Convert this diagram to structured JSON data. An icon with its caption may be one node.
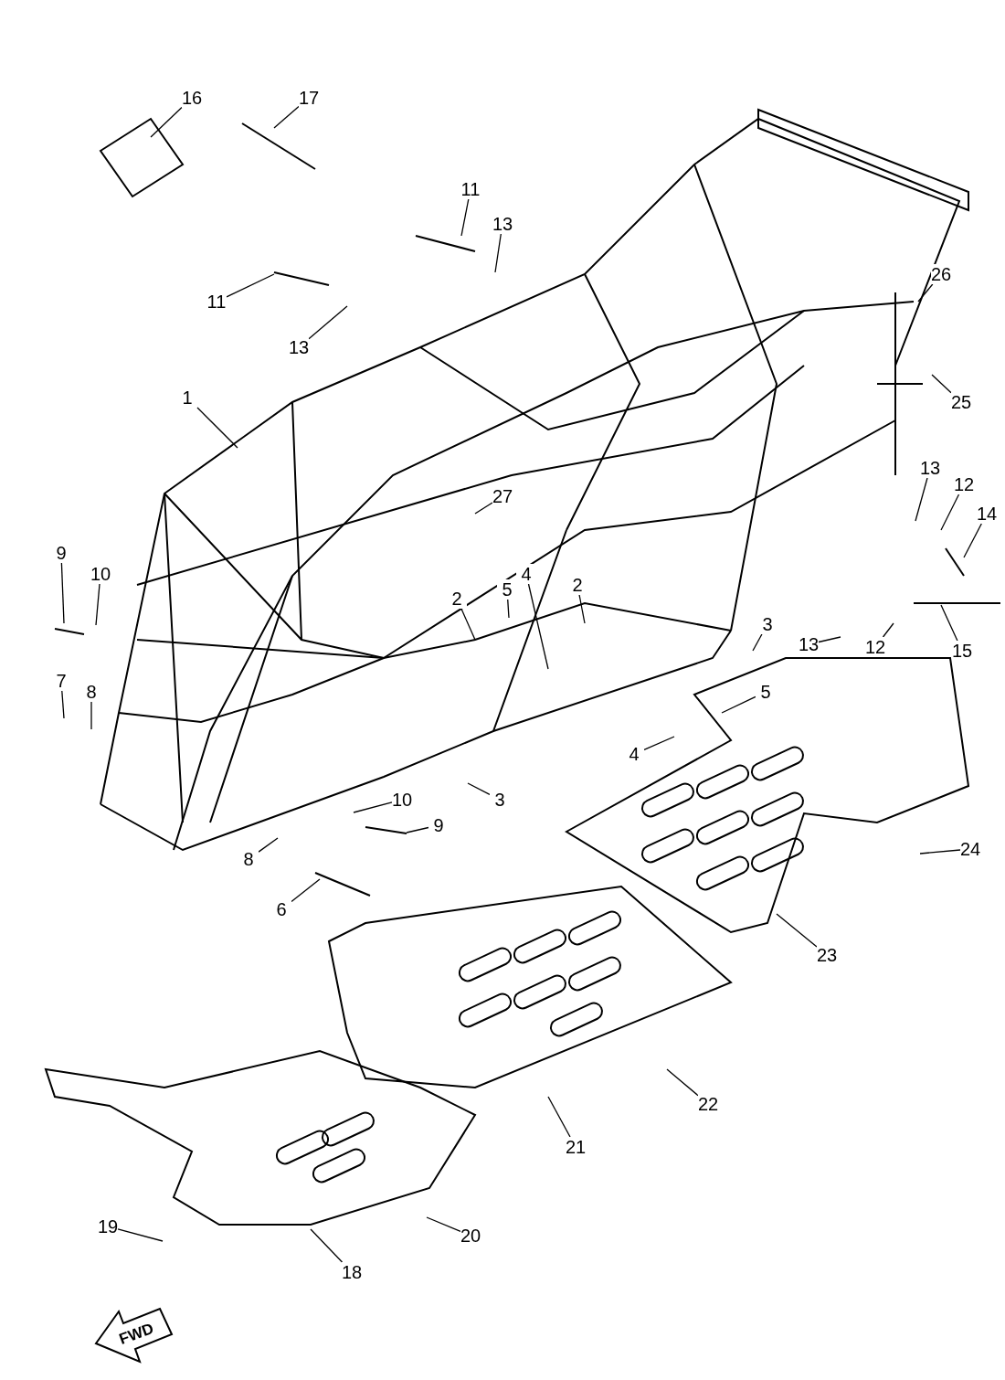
{
  "diagram": {
    "nodes": [
      {
        "text": [
          "16"
        ]
      },
      {
        "text": [
          "17"
        ]
      },
      {
        "text": [
          "11"
        ]
      },
      {
        "text": [
          "13"
        ]
      },
      {
        "text": [
          "11"
        ]
      },
      {
        "text": [
          "13"
        ]
      },
      {
        "text": [
          "26"
        ]
      },
      {
        "text": [
          "25"
        ]
      },
      {
        "text": [
          "1"
        ]
      },
      {
        "text": [
          "27"
        ]
      },
      {
        "text": [
          "13"
        ]
      },
      {
        "text": [
          "12"
        ]
      },
      {
        "text": [
          "14"
        ]
      },
      {
        "text": [
          "9"
        ]
      },
      {
        "text": [
          "10"
        ]
      },
      {
        "text": [
          "5"
        ]
      },
      {
        "text": [
          "2"
        ]
      },
      {
        "text": [
          "4"
        ]
      },
      {
        "text": [
          "2"
        ]
      },
      {
        "text": [
          "3"
        ]
      },
      {
        "text": [
          "13"
        ]
      },
      {
        "text": [
          "12"
        ]
      },
      {
        "text": [
          "15"
        ]
      },
      {
        "text": [
          "7"
        ]
      },
      {
        "text": [
          "8"
        ]
      },
      {
        "text": [
          "5"
        ]
      },
      {
        "text": [
          "4"
        ]
      },
      {
        "text": [
          "3"
        ]
      },
      {
        "text": [
          "10"
        ]
      },
      {
        "text": [
          "9"
        ]
      },
      {
        "text": [
          "8"
        ]
      },
      {
        "text": [
          "24"
        ]
      },
      {
        "text": [
          "6"
        ]
      },
      {
        "text": [
          "23"
        ]
      },
      {
        "text": [
          "22"
        ]
      },
      {
        "text": [
          "21"
        ]
      },
      {
        "text": [
          "19"
        ]
      },
      {
        "text": [
          "20"
        ]
      },
      {
        "text": [
          "18"
        ]
      }
    ],
    "edges": [
      {
        "from": 0,
        "to": null,
        "arrow": "none"
      },
      {
        "from": 1,
        "to": null,
        "arrow": "none"
      },
      {
        "from": 2,
        "to": null,
        "arrow": "none"
      },
      {
        "from": 3,
        "to": null,
        "arrow": "none"
      },
      {
        "from": 4,
        "to": null,
        "arrow": "none"
      },
      {
        "from": 5,
        "to": null,
        "arrow": "none"
      },
      {
        "from": 6,
        "to": null,
        "arrow": "none"
      },
      {
        "from": 7,
        "to": null,
        "arrow": "none"
      },
      {
        "from": 8,
        "to": null,
        "arrow": "none"
      },
      {
        "from": 9,
        "to": null,
        "arrow": "none"
      },
      {
        "from": 10,
        "to": null,
        "arrow": "none"
      },
      {
        "from": 11,
        "to": null,
        "arrow": "none"
      },
      {
        "from": 12,
        "to": null,
        "arrow": "none"
      },
      {
        "from": 13,
        "to": null,
        "arrow": "none"
      },
      {
        "from": 14,
        "to": null,
        "arrow": "none"
      },
      {
        "from": 15,
        "to": null,
        "arrow": "none"
      },
      {
        "from": 16,
        "to": null,
        "arrow": "none"
      },
      {
        "from": 17,
        "to": null,
        "arrow": "none"
      },
      {
        "from": 18,
        "to": null,
        "arrow": "none"
      },
      {
        "from": 19,
        "to": null,
        "arrow": "none"
      },
      {
        "from": 20,
        "to": null,
        "arrow": "none"
      },
      {
        "from": 21,
        "to": null,
        "arrow": "none"
      },
      {
        "from": 22,
        "to": null,
        "arrow": "none"
      },
      {
        "from": 23,
        "to": null,
        "arrow": "none"
      },
      {
        "from": 24,
        "to": null,
        "arrow": "none"
      },
      {
        "from": 25,
        "to": null,
        "arrow": "none"
      },
      {
        "from": 26,
        "to": null,
        "arrow": "none"
      },
      {
        "from": 27,
        "to": null,
        "arrow": "none"
      },
      {
        "from": 28,
        "to": null,
        "arrow": "none"
      },
      {
        "from": 29,
        "to": null,
        "arrow": "none"
      },
      {
        "from": 30,
        "to": null,
        "arrow": "none"
      },
      {
        "from": 31,
        "to": null,
        "arrow": "none"
      },
      {
        "from": 32,
        "to": null,
        "arrow": "none"
      },
      {
        "from": 33,
        "to": null,
        "arrow": "none"
      },
      {
        "from": 34,
        "to": null,
        "arrow": "none"
      },
      {
        "from": 35,
        "to": null,
        "arrow": "none"
      },
      {
        "from": 36,
        "to": null,
        "arrow": "none"
      },
      {
        "from": 37,
        "to": null,
        "arrow": "none"
      },
      {
        "from": 38,
        "to": null,
        "arrow": "none"
      }
    ],
    "labels": [
      "FWD"
    ]
  }
}
